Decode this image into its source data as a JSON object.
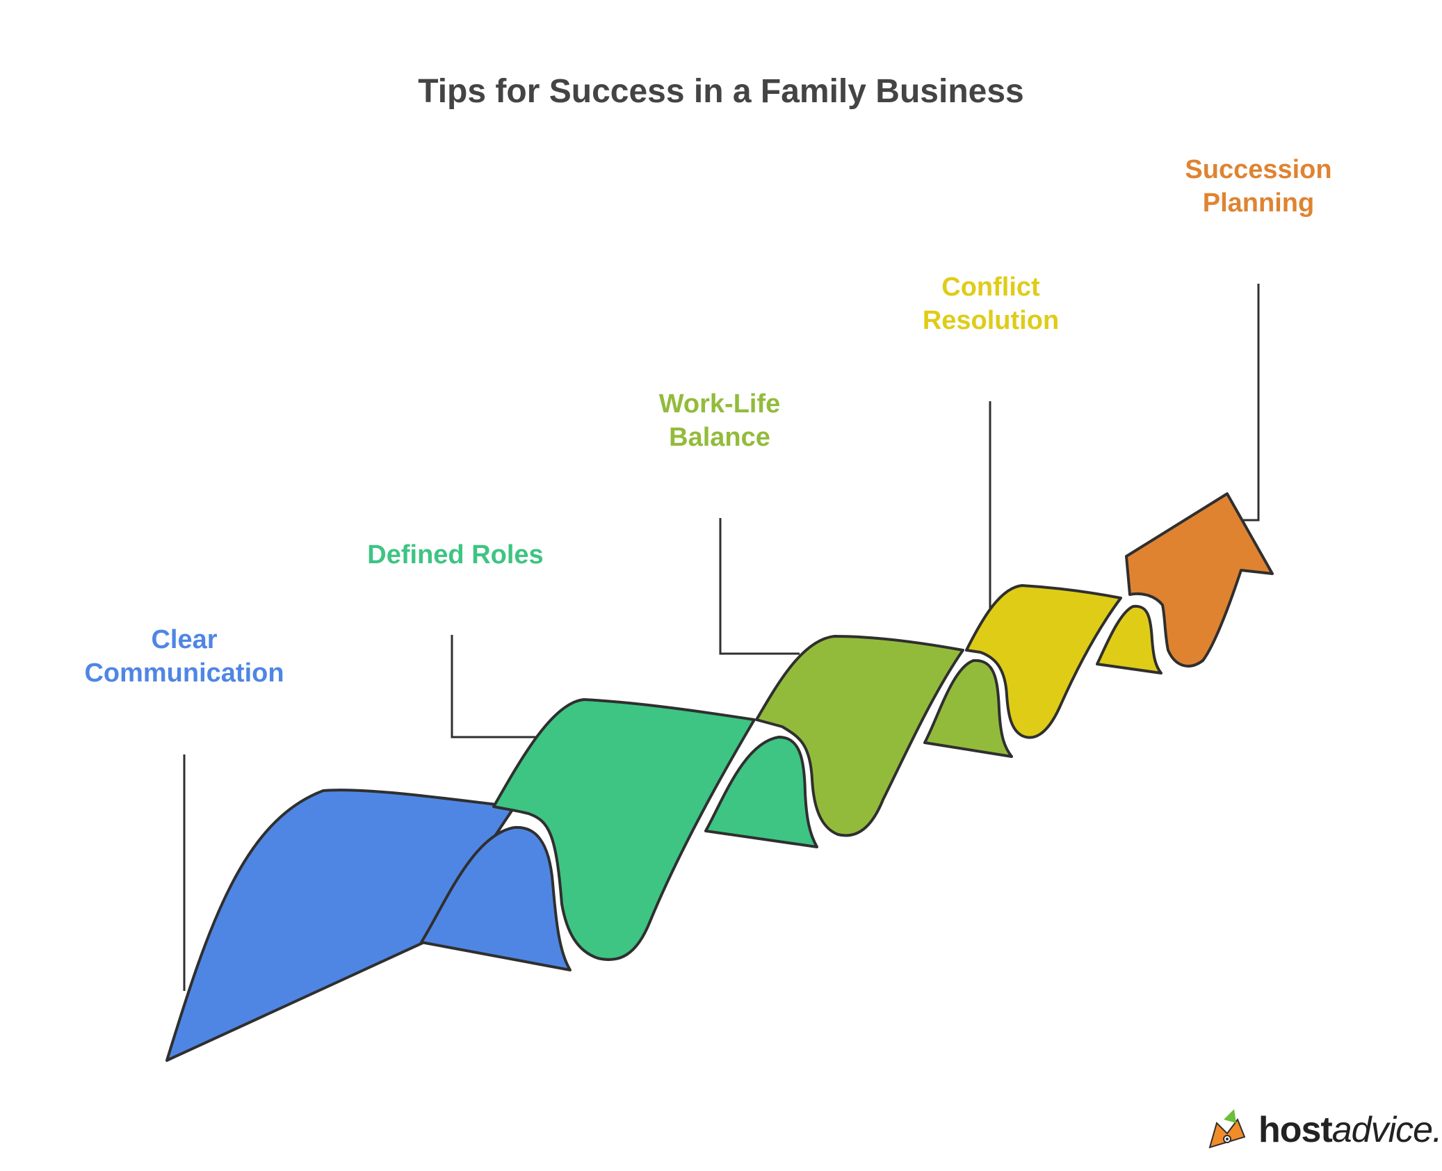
{
  "title": "Tips for Success in a Family Business",
  "outline_color": "#2f2f2f",
  "steps": [
    {
      "label": "Clear\nCommunication",
      "color": "#4f86e4",
      "icon": "ribbon-fold"
    },
    {
      "label": "Defined Roles",
      "color": "#3ec483",
      "icon": "ribbon-fold"
    },
    {
      "label": "Work-Life\nBalance",
      "color": "#93bb3b",
      "icon": "ribbon-fold"
    },
    {
      "label": "Conflict\nResolution",
      "color": "#dfcc17",
      "icon": "ribbon-fold"
    },
    {
      "label": "Succession\nPlanning",
      "color": "#df8331",
      "icon": "arrow-up"
    }
  ],
  "brand": {
    "name_bold": "host",
    "name_italic": "advice.",
    "logo_icon": "fox-mascot-icon"
  }
}
